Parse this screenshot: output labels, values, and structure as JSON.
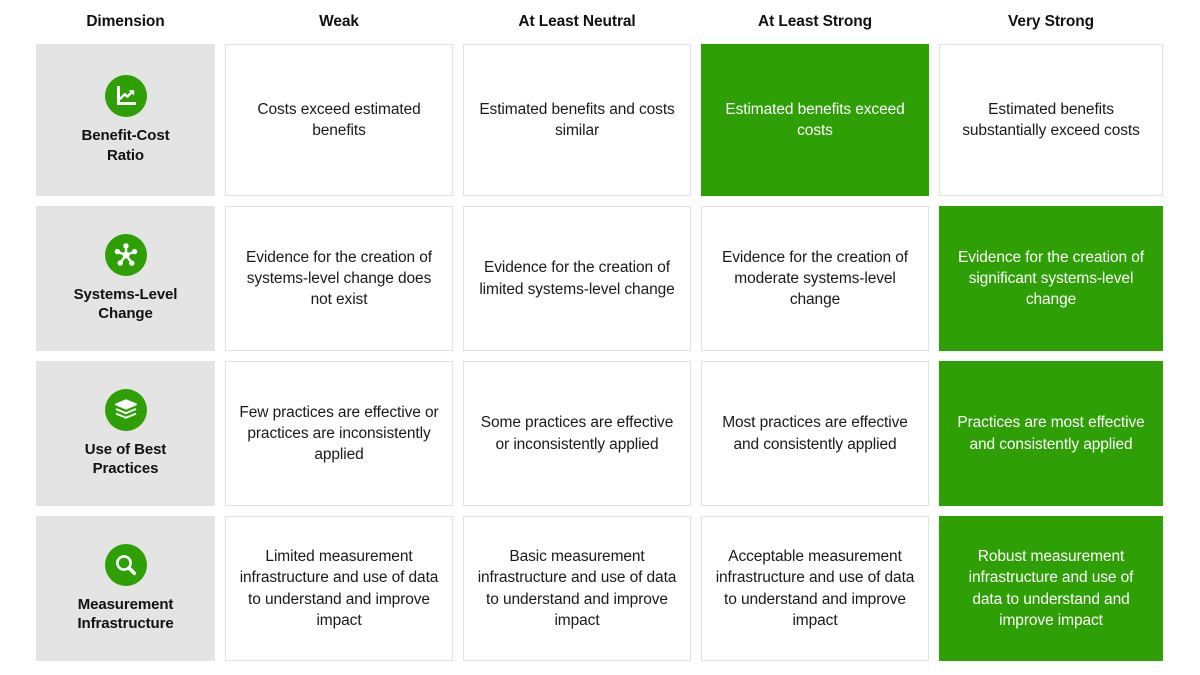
{
  "table": {
    "columns": [
      "Dimension",
      "Weak",
      "At Least Neutral",
      "At Least Strong",
      "Very Strong"
    ],
    "highlight_color": "#2ea006",
    "dimension_bg": "#e4e4e4",
    "rows": [
      {
        "icon": "chart-growth-icon",
        "dimension": "Benefit-Cost\nRatio",
        "weak": "Costs exceed estimated benefits",
        "at_least_neutral": "Estimated benefits and costs similar",
        "at_least_strong": "Estimated benefits exceed costs",
        "very_strong": "Estimated benefits substantially exceed costs",
        "highlighted": "at_least_strong"
      },
      {
        "icon": "network-hub-icon",
        "dimension": "Systems-Level\nChange",
        "weak": "Evidence for the creation of systems-level change does not exist",
        "at_least_neutral": "Evidence for the creation of limited systems-level change",
        "at_least_strong": "Evidence for the creation of moderate systems-level change",
        "very_strong": "Evidence for the creation of significant systems-level change",
        "highlighted": "very_strong"
      },
      {
        "icon": "layers-stack-icon",
        "dimension": "Use of Best\nPractices",
        "weak": "Few practices are effective or practices are inconsistently applied",
        "at_least_neutral": "Some practices are effective or inconsistently applied",
        "at_least_strong": "Most practices are effective and consistently applied",
        "very_strong": "Practices are most effective and consistently applied",
        "highlighted": "very_strong"
      },
      {
        "icon": "magnifier-icon",
        "dimension": "Measurement\nInfrastructure",
        "weak": "Limited measurement infrastructure and use of data to understand and improve impact",
        "at_least_neutral": "Basic measurement infrastructure and use of data to understand and improve impact",
        "at_least_strong": "Acceptable measurement infrastructure and use of data to understand and improve impact",
        "very_strong": "Robust measurement infrastructure and use of data to understand and improve impact",
        "highlighted": "very_strong"
      }
    ]
  }
}
